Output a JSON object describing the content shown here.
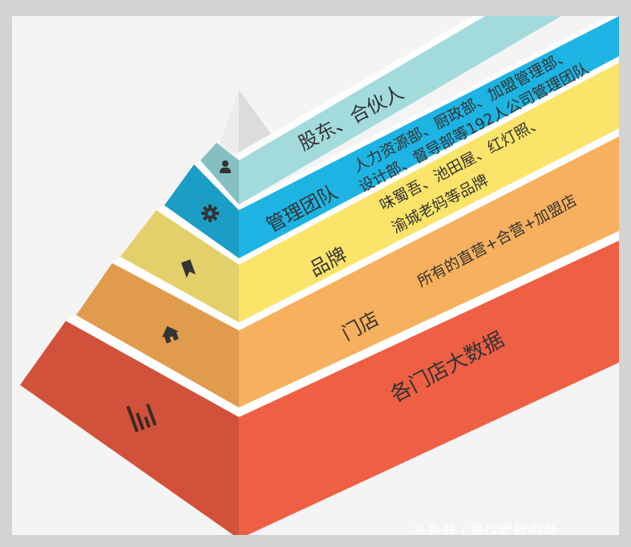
{
  "colors": {
    "bg": "#f4f4f4",
    "tier1": "#a3dbdd",
    "tier2": "#1fb4e1",
    "tier3": "#fbe46a",
    "tier4": "#f7ad59",
    "tier5": "#ec5b40"
  },
  "tiers": [
    {
      "icon": "person-icon",
      "lines": [
        "股东、合伙人"
      ]
    },
    {
      "icon": "gear-icon",
      "title": "管理团队",
      "lines": [
        "人力资源部、厨政部、加盟管理部、",
        "设计部、督导部等192人公司管理团队"
      ]
    },
    {
      "icon": "bookmark-icon",
      "title": "品牌",
      "lines": [
        "味蜀吾、池田屋、红灯照、",
        "渝城老妈等品牌"
      ]
    },
    {
      "icon": "home-icon",
      "title": "门店",
      "lines": [
        "所有的直营+合营+加盟店"
      ]
    },
    {
      "icon": "data-bars-icon",
      "lines": [
        "各门店大数据"
      ]
    }
  ],
  "watermark": "头条号 / 餐饮老板内参"
}
